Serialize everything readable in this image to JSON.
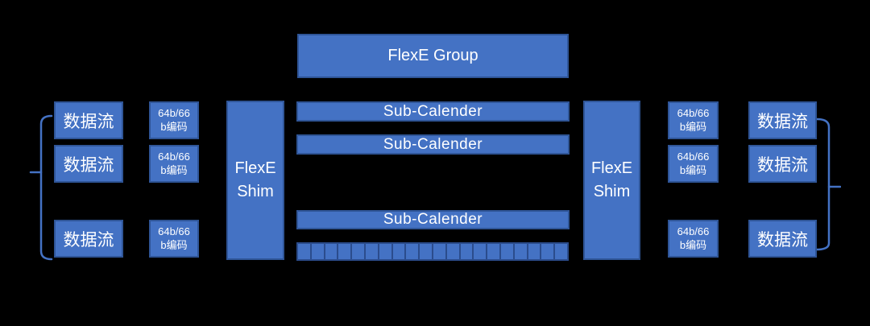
{
  "diagram": {
    "group_box": "FlexE Group",
    "sub_calendars": [
      "Sub-Calender",
      "Sub-Calender",
      "Sub-Calender"
    ],
    "calendar_slot_count": 20,
    "left_shim": "FlexE Shim",
    "right_shim": "FlexE Shim",
    "left_streams": [
      "数据流",
      "数据流",
      "数据流"
    ],
    "right_streams": [
      "数据流",
      "数据流",
      "数据流"
    ],
    "left_encoders": [
      {
        "line1": "64b/66",
        "line2": "b编码"
      },
      {
        "line1": "64b/66",
        "line2": "b编码"
      },
      {
        "line1": "64b/66",
        "line2": "b编码"
      }
    ],
    "right_encoders": [
      {
        "line1": "64b/66",
        "line2": "b编码"
      },
      {
        "line1": "64b/66",
        "line2": "b编码"
      },
      {
        "line1": "64b/66",
        "line2": "b编码"
      }
    ]
  },
  "colors": {
    "background": "#000000",
    "box_fill": "#4472C4",
    "box_border": "#2F5597",
    "slot_border": "#2B4C8C",
    "bracket": "#4472C4",
    "text": "#FFFFFF"
  }
}
